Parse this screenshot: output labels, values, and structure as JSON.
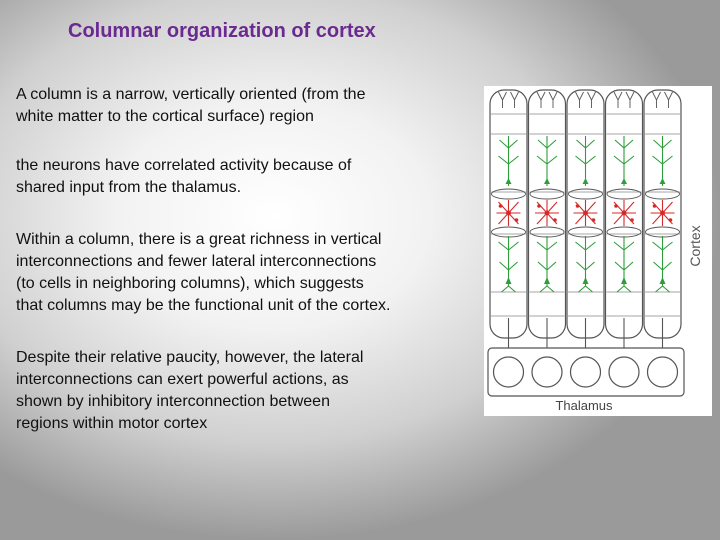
{
  "slide": {
    "title": "Columnar organization of cortex",
    "paragraphs": [
      [
        "A column is a narrow, vertically oriented (from the",
        "white matter to the cortical surface) region"
      ],
      [
        "the neurons have correlated activity because of",
        "shared input from the thalamus."
      ],
      [
        "Within a column, there is a great richness in vertical",
        "interconnections and fewer lateral interconnections",
        "(to cells in neighboring columns), which suggests",
        "that columns may be the functional unit of the cortex."
      ],
      [
        "Despite their relative paucity, however, the lateral",
        "interconnections can exert powerful actions, as",
        "shown by inhibitory interconnection between",
        "regions within motor cortex"
      ]
    ]
  },
  "figure": {
    "cortex_label": "Cortex",
    "thalamus_label": "Thalamus",
    "column_count": 5,
    "colors": {
      "excitatory": "#2e9e3a",
      "inhibitory": "#d42a2a",
      "outline": "#555555"
    }
  }
}
